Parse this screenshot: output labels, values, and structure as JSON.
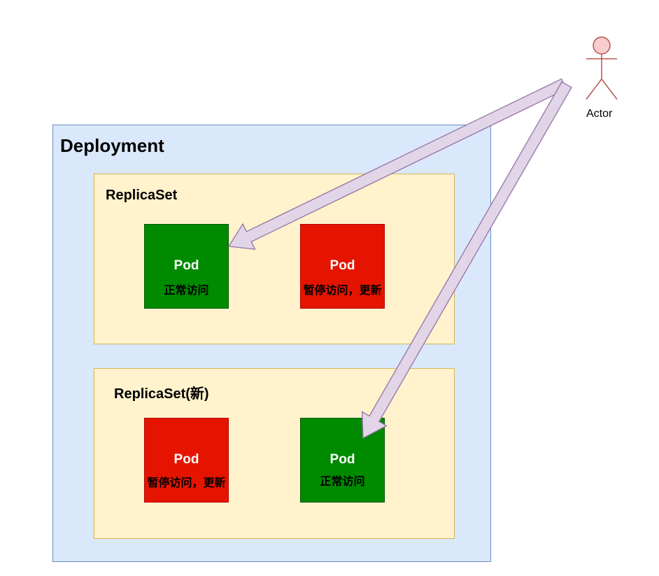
{
  "diagram": {
    "deployment": {
      "label": "Deployment",
      "fill": "#dae8fc",
      "stroke": "#6c8ebf"
    },
    "replicasets": [
      {
        "label": "ReplicaSet",
        "pods": [
          {
            "name": "Pod",
            "status": "正常访问",
            "state": "active",
            "color": "#008a00"
          },
          {
            "name": "Pod",
            "status": "暂停访问，更新",
            "state": "paused",
            "color": "#e51400"
          }
        ]
      },
      {
        "label": "ReplicaSet(新)",
        "pods": [
          {
            "name": "Pod",
            "status": "暂停访问，更新",
            "state": "paused",
            "color": "#e51400"
          },
          {
            "name": "Pod",
            "status": "正常访问",
            "state": "active",
            "color": "#008a00"
          }
        ]
      }
    ],
    "actor": {
      "label": "Actor",
      "fill": "#f8cecc",
      "stroke": "#b85450"
    },
    "arrows": [
      {
        "from": "actor",
        "to": "replicaset-1-pod-1",
        "fill": "#e1d5e7",
        "stroke": "#9673a6"
      },
      {
        "from": "actor",
        "to": "replicaset-2-pod-2",
        "fill": "#e1d5e7",
        "stroke": "#9673a6"
      }
    ]
  }
}
